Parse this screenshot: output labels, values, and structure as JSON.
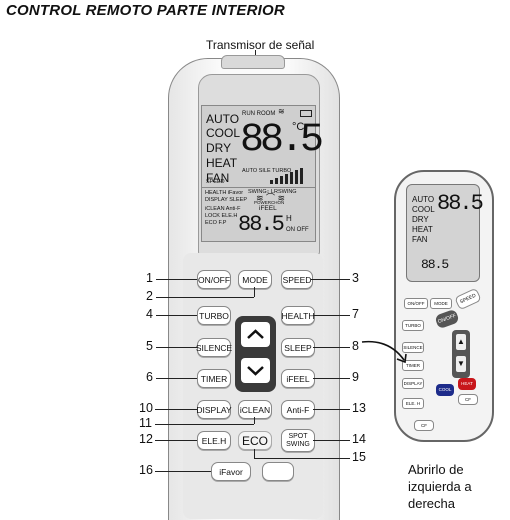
{
  "title": "CONTROL REMOTO PARTE INTERIOR",
  "transmitter_label": "Transmisor de señal",
  "display": {
    "modes": [
      "AUTO",
      "COOL",
      "DRY",
      "HEAT",
      "FAN"
    ],
    "run_room": "RUN ROOM",
    "celsius": "°C",
    "big_digits": "88.5",
    "auto_sile_turbo": "AUTO SILE TURBO",
    "speed": "SPEED",
    "health_ifavor": "HEALTH iFavor",
    "display_sleep": "DISPLAY SLEEP",
    "iclean_anti": "iCLEAN Anti-F",
    "lock_eleh": "LOCK ELE.H",
    "eco_fp": "ECO F.P",
    "swing_lr": "SWING↕    LRSWING",
    "powerchon": "POWERCHON",
    "ifeel": "iFEEL",
    "small_digits": "88.5",
    "h": "H",
    "on_off": "ON OFF"
  },
  "buttons": {
    "onoff": "ON/OFF",
    "mode": "MODE",
    "speed": "SPEED",
    "turbo": "TURBO",
    "health": "HEALTH",
    "silence": "SILENCE",
    "sleep": "SLEEP",
    "timer": "TIMER",
    "ifeel": "iFEEL",
    "display": "DISPLAY",
    "iclean": "iCLEAN",
    "antif": "Anti-F",
    "eleh": "ELE.H",
    "eco": "ECO",
    "spot_swing_1": "SPOT",
    "spot_swing_2": "SWING",
    "ifavor": "iFavor"
  },
  "callouts": [
    "1",
    "2",
    "3",
    "4",
    "5",
    "6",
    "7",
    "8",
    "9",
    "10",
    "11",
    "12",
    "13",
    "14",
    "15",
    "16"
  ],
  "side": {
    "modes": [
      "AUTO",
      "COOL",
      "DRY",
      "HEAT",
      "FAN"
    ],
    "digits": "88.5",
    "small": "88.5",
    "b_onoff_small": "ON/OFF",
    "b_mode_small": "MODE",
    "b_speed": "SPEED",
    "b_turbo": "TURBO",
    "b_silence": "SILENCE",
    "b_timer": "TIMER",
    "b_display": "DISPLAY",
    "b_eleh": "ELE. H",
    "b_onoff": "ON/OFF",
    "b_cool": "COOL",
    "b_heat": "HEAT",
    "b_cf1": "CF",
    "b_cf2": "CF"
  },
  "caption": [
    "Abrirlo de",
    "izquierda a",
    "derecha"
  ],
  "colors": {
    "cool": "#1d2b8a",
    "heat": "#c8161b",
    "pad": "#3a3a3a"
  }
}
